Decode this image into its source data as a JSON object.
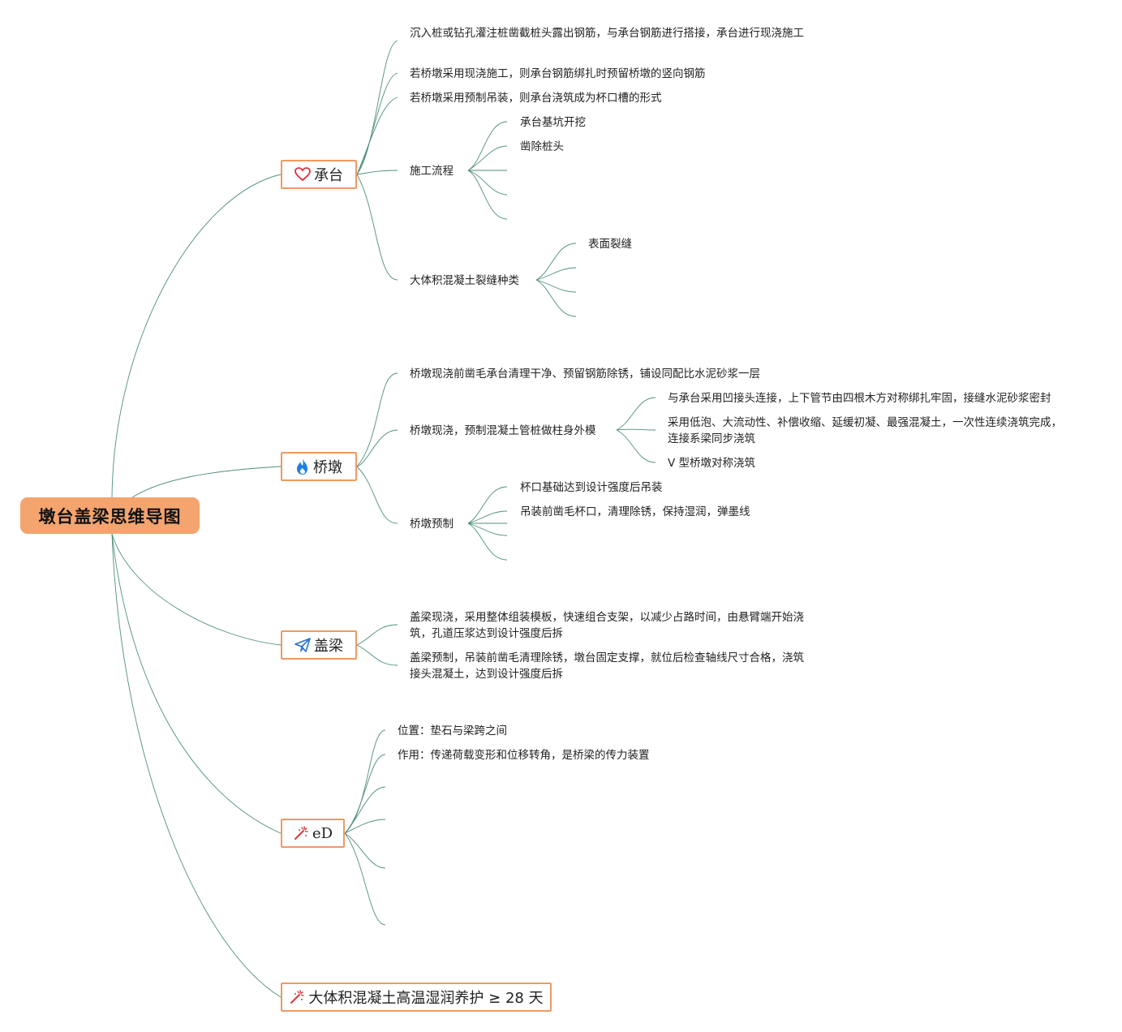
{
  "root": {
    "title": "墩台盖梁思维导图"
  },
  "branches": {
    "chengtai": {
      "label": "承台",
      "icon": "heart-icon",
      "items": {
        "i0": "沉入桩或钻孔灌注桩凿截桩头露出钢筋，与承台钢筋进行搭接，承台进行现浇施工",
        "i1": "若桥墩采用现浇施工，则承台钢筋绑扎时预留桥墩的竖向钢筋",
        "i2": "若桥墩采用预制吊装，则承台浇筑成为杯口槽的形式",
        "i3": "施工流程",
        "i3_c0": "承台基坑开挖",
        "i3_c1": "凿除桩头",
        "i4": "大体积混凝土裂缝种类",
        "i4_c0": "表面裂缝"
      }
    },
    "qiaodun": {
      "label": "桥墩",
      "icon": "fire-icon",
      "items": {
        "i0": "桥墩现浇前凿毛承台清理干净、预留钢筋除锈，铺设同配比水泥砂浆一层",
        "i1": "桥墩现浇，预制混凝土管桩做柱身外模",
        "i1_c0": "与承台采用凹接头连接，上下管节由四根木方对称绑扎牢固，接缝水泥砂浆密封",
        "i1_c1": "采用低泡、大流动性、补偿收缩、延缓初凝、最强混凝土，一次性连续浇筑完成，连接系梁同步浇筑",
        "i1_c2": "V 型桥墩对称浇筑",
        "i2": "桥墩预制",
        "i2_c0": "杯口基础达到设计强度后吊装",
        "i2_c1": "吊装前凿毛杯口，清理除锈，保持湿润，弹墨线"
      }
    },
    "gailiang": {
      "label": "盖梁",
      "icon": "paper-plane-icon",
      "items": {
        "i0": "盖梁现浇，采用整体组装模板，快速组合支架，以减少占路时间，由悬臂端开始浇筑，孔道压浆达到设计强度后拆",
        "i1": "盖梁预制，吊装前凿毛清理除锈，墩台固定支撑，就位后检查轴线尺寸合格，浇筑接头混凝土，达到设计强度后拆"
      }
    },
    "ed": {
      "label": "eD",
      "icon": "magic-wand-icon",
      "items": {
        "i0": "位置：垫石与梁跨之间",
        "i1": "作用：传递荷载变形和位移转角，是桥梁的传力装置"
      }
    },
    "yanghu": {
      "label": "大体积混凝土高温湿润养护 ≥ 28 天",
      "icon": "magic-wand-icon"
    }
  },
  "colors": {
    "root_fill": "#f4a46e",
    "branch_border": "#ef9a62",
    "connector": "#4f8f7e",
    "heart": "#e0333c",
    "fire": "#1f7fe0",
    "plane": "#2a6fd6",
    "wand": "#d93a3a"
  }
}
